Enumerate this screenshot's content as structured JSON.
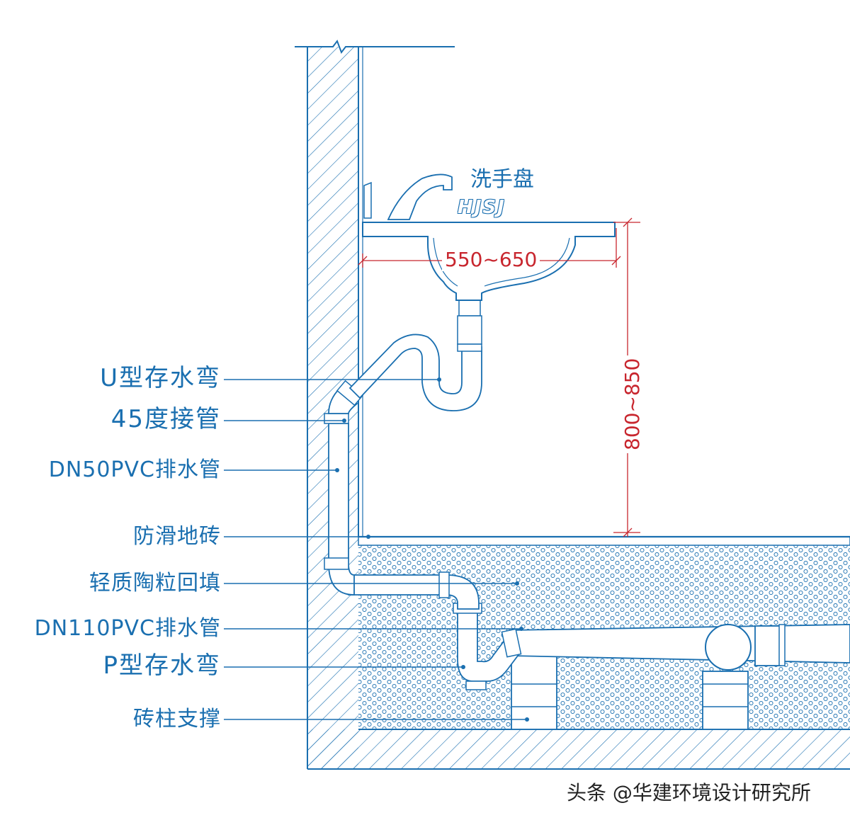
{
  "title": "洗手盘",
  "logo_text": "HJSJ",
  "dimensions": {
    "basin_width": "550~650",
    "basin_height": "800~850"
  },
  "callouts": [
    {
      "id": "u-trap",
      "text": "U型存水弯"
    },
    {
      "id": "elbow-45",
      "text": "45度接管"
    },
    {
      "id": "dn50",
      "text": "DN50PVC排水管"
    },
    {
      "id": "tile",
      "text": "防滑地砖"
    },
    {
      "id": "backfill",
      "text": "轻质陶粒回填"
    },
    {
      "id": "dn110",
      "text": "DN110PVC排水管"
    },
    {
      "id": "p-trap",
      "text": "P型存水弯"
    },
    {
      "id": "brick",
      "text": "砖柱支撑"
    }
  ],
  "watermark": "头条 @华建环境设计研究所",
  "colors": {
    "line": "#1a6fb0",
    "dimension": "#c8262e"
  }
}
